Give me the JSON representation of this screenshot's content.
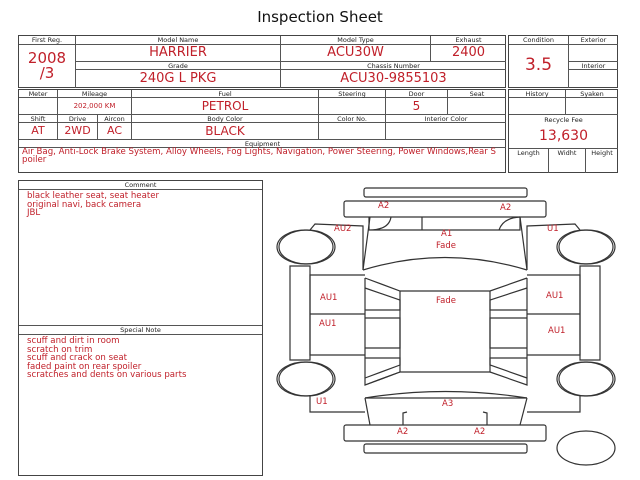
{
  "title": "Inspection Sheet",
  "vehicle": {
    "first_reg_label": "First Reg.",
    "first_reg": "2008\n/3",
    "first_reg_year": "2008",
    "first_reg_month": "/3",
    "model_name_label": "Model Name",
    "model_name": "HARRIER",
    "model_type_label": "Model Type",
    "model_type": "ACU30W",
    "exhaust_label": "Exhaust",
    "exhaust": "2400",
    "grade_label": "Grade",
    "grade": "240G L PKG",
    "chassis_label": "Chassis Number",
    "chassis": "ACU30-9855103"
  },
  "details": {
    "meter_label": "Meter",
    "mileage_label": "Mileage",
    "mileage": "202,000 KM",
    "fuel_label": "Fuel",
    "fuel": "PETROL",
    "steering_label": "Steering",
    "door_label": "Door",
    "door": "5",
    "seat_label": "Seat",
    "shift_label": "Shift",
    "shift": "AT",
    "drive_label": "Drive",
    "drive": "2WD",
    "aircon_label": "Aircon",
    "aircon": "AC",
    "body_color_label": "Body Color",
    "body_color": "BLACK",
    "color_no_label": "Color No.",
    "interior_color_label": "Interior Color",
    "equipment_label": "Equipment",
    "equipment": "Air Bag, Anti-Lock Brake System, Alloy Wheels, Fog Lights, Navigation, Power Steering, Power Windows,Rear Spoiler"
  },
  "grades": {
    "condition_label": "Condition",
    "condition": "3.5",
    "exterior_label": "Exterior",
    "interior_label": "Interior",
    "history_label": "History",
    "syaken_label": "Syaken",
    "recycle_label": "Recycle Fee",
    "recycle": "13,630",
    "length_label": "Length",
    "width_label": "Widht",
    "height_label": "Height"
  },
  "comment": {
    "label": "Comment",
    "lines": [
      "black leather seat, seat heater",
      "original navi, back camera",
      "JBL"
    ]
  },
  "special_note": {
    "label": "Special Note",
    "lines": [
      "scuff and dirt in room",
      "scratch on trim",
      "scuff and crack on seat",
      "faded paint on rear spoiler",
      "scratches and dents on various parts"
    ]
  },
  "diagram_marks": [
    "A2",
    "A2",
    "AU2",
    "A1",
    "U1",
    "Fade",
    "AU1",
    "Fade",
    "AU1",
    "AU1",
    "AU1",
    "U1",
    "A3",
    "A2",
    "A2"
  ]
}
